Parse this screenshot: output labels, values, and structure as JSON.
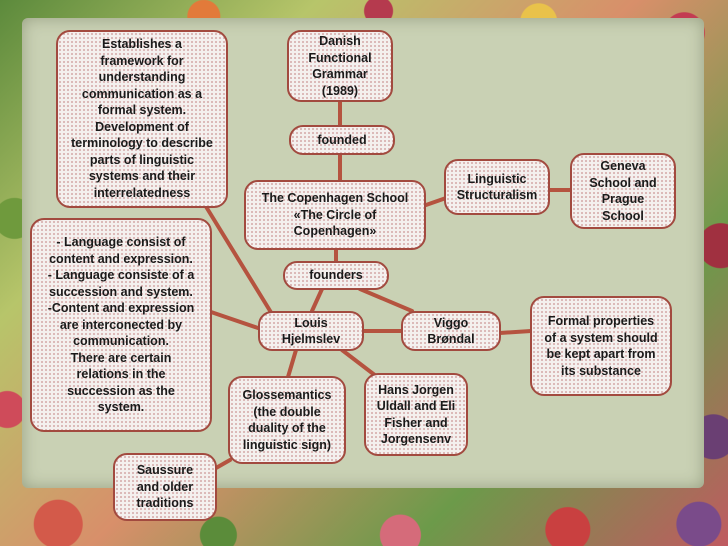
{
  "nodes": {
    "danish_grammar": "Danish\nFunctional\nGrammar\n(1989)",
    "founded": "founded",
    "framework": "Establishes a\nframework for\nunderstanding\ncommunication as a\nformal system.\nDevelopment of\nterminology to describe\nparts of linguistic\nsystems and their\ninterrelatedness",
    "copenhagen": "The Copenhagen School\n«The Circle of\nCopenhagen»",
    "structuralism": "Linguistic\nStructuralism",
    "geneva": "Geneva\nSchool and\nPrague\nSchool",
    "founders": "founders",
    "language": "- Language consist of\ncontent and expression.\n- Language consiste of a\nsuccession and system.\n-Content and expression\nare interconected by\ncommunication.\nThere are certain\nrelations in the\nsuccession as the\nsystem.",
    "louis": "Louis\nHjelmslev",
    "viggo": "Viggo\nBrøndal",
    "formal": "Formal properties\nof a system should\nbe kept apart from\nits substance",
    "hans": "Hans Jorgen\nUldall and Eli\nFisher and\nJorgensenv",
    "glossematics": "Glossemantics\n(the double\nduality of the\nlinguistic sign)",
    "saussure": "Saussure\nand older\ntraditions"
  },
  "colors": {
    "box_border": "#a24a3f",
    "connector": "#b5533f",
    "board": "#c9d1b4"
  }
}
